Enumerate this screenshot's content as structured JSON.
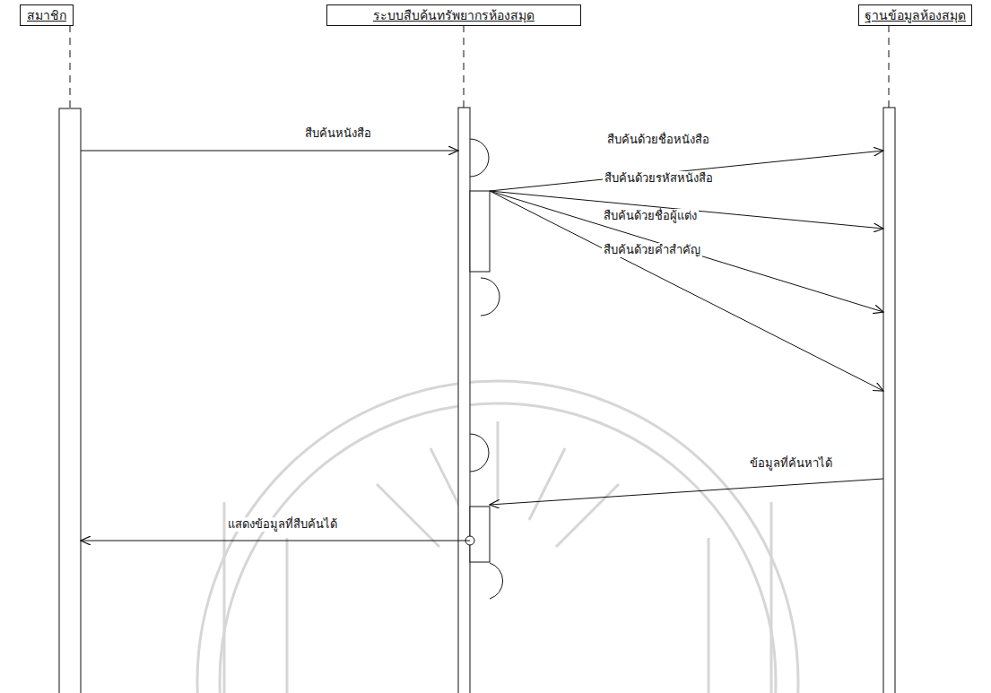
{
  "diagram": {
    "nodes": [
      {
        "text": [
          "สมาชิก"
        ]
      },
      {
        "text": [
          "ระบบสืบค้นทรัพยากรห้องสมุด"
        ]
      },
      {
        "text": [
          "ฐานข้อมูลห้องสมุด"
        ]
      }
    ],
    "edges": [
      {
        "from": 0,
        "to": 1,
        "label": "สืบค้นหนังสือ",
        "arrow": "to"
      },
      {
        "from": 1,
        "to": 2,
        "label": "สืบค้นด้วยชื่อหนังสือ",
        "arrow": "to"
      },
      {
        "from": 1,
        "to": 2,
        "label": "สืบค้นด้วยรหัสหนังสือ",
        "arrow": "to"
      },
      {
        "from": 1,
        "to": 2,
        "label": "สืบค้นด้วยชื่อผู้แต่ง",
        "arrow": "to"
      },
      {
        "from": 1,
        "to": 2,
        "label": "สืบค้นด้วยคำสำคัญ",
        "arrow": "to"
      },
      {
        "from": 2,
        "to": 1,
        "label": "ข้อมูลที่ค้นหาได้",
        "arrow": "to"
      },
      {
        "from": 1,
        "to": 0,
        "label": "แสดงข้อมูลที่สืบค้นได้",
        "arrow": "to"
      }
    ]
  }
}
